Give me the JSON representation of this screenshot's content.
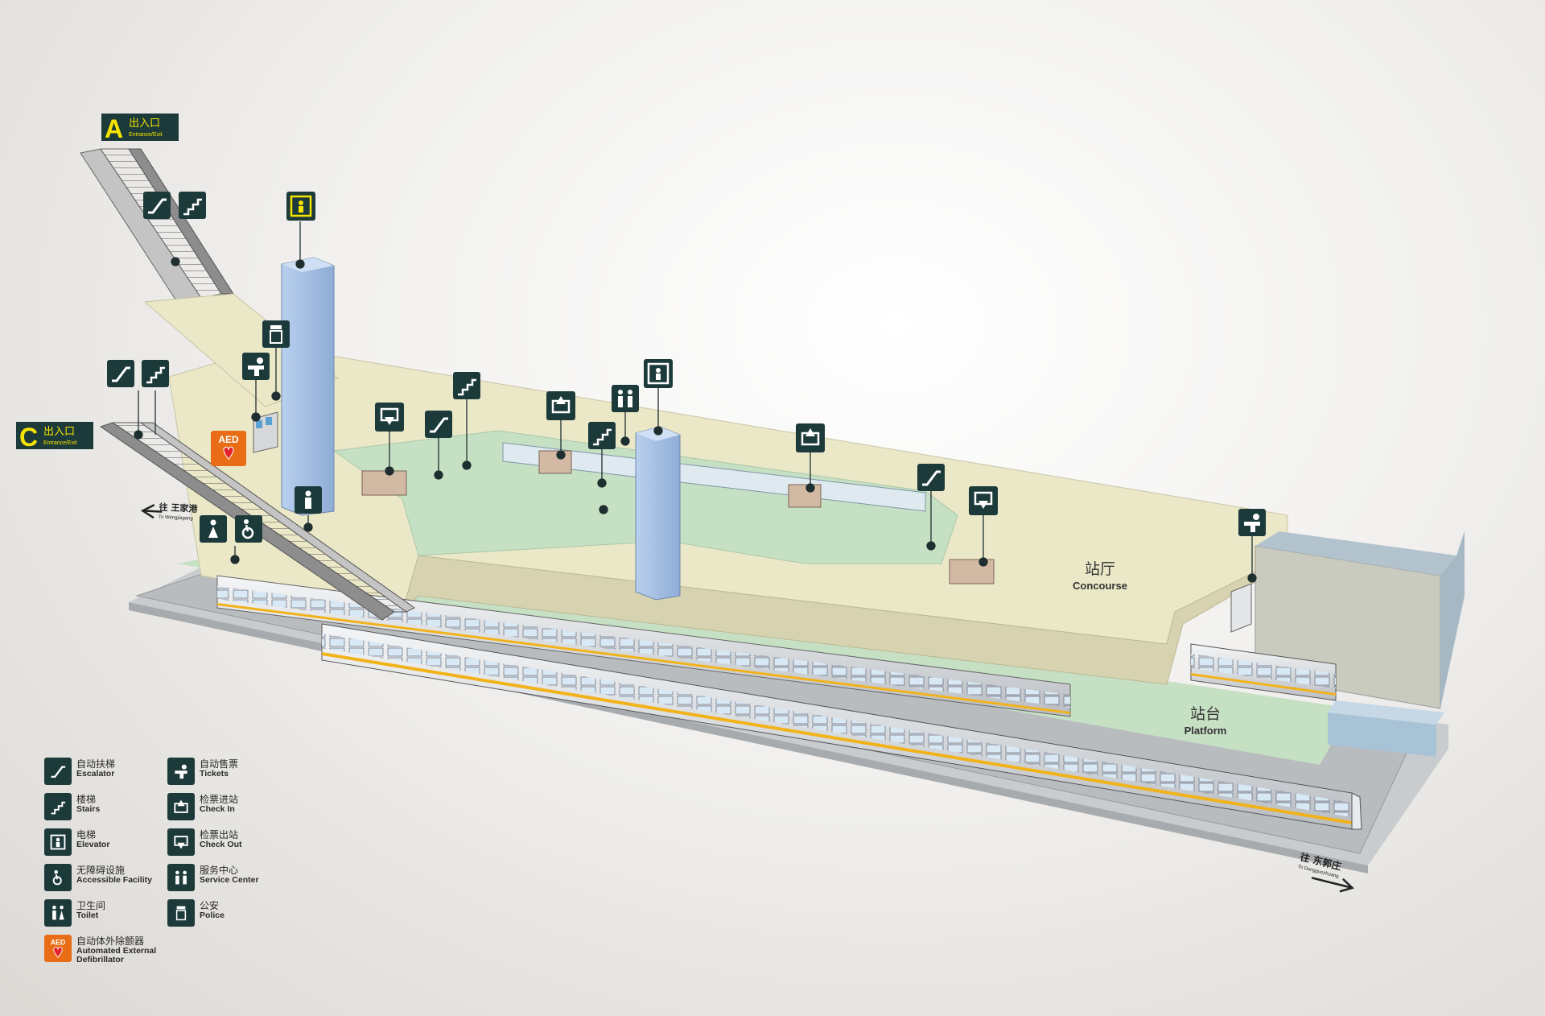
{
  "entrances": {
    "a": {
      "letter": "A",
      "cn": "出入口",
      "en": "Entrance/Exit"
    },
    "c": {
      "letter": "C",
      "cn": "出入口",
      "en": "Entrance/Exit"
    }
  },
  "directions": {
    "west": {
      "cn": "往 王家港",
      "en": "To Wangjiagang"
    },
    "east": {
      "cn": "往 东郭庄",
      "en": "To Dongguozhuang"
    }
  },
  "areas": {
    "concourse": {
      "cn": "站厅",
      "en": "Concourse"
    },
    "platform": {
      "cn": "站台",
      "en": "Platform"
    }
  },
  "aed_sign": {
    "label": "AED"
  },
  "legend": [
    {
      "icon": "escalator-icon",
      "cn": "自动扶梯",
      "en": "Escalator"
    },
    {
      "icon": "stairs-icon",
      "cn": "楼梯",
      "en": "Stairs"
    },
    {
      "icon": "elevator-icon",
      "cn": "电梯",
      "en": "Elevator"
    },
    {
      "icon": "accessible-icon",
      "cn": "无障碍设施",
      "en": "Accessible Facility"
    },
    {
      "icon": "toilet-icon",
      "cn": "卫生间",
      "en": "Toilet"
    },
    {
      "icon": "aed-icon",
      "cn": "自动体外除颤器",
      "en": "Automated External Defibrillator",
      "badge": "AED"
    },
    {
      "icon": "ticket-icon",
      "cn": "自动售票",
      "en": "Tickets"
    },
    {
      "icon": "check-in-icon",
      "cn": "检票进站",
      "en": "Check In"
    },
    {
      "icon": "check-out-icon",
      "cn": "检票出站",
      "en": "Check Out"
    },
    {
      "icon": "service-center-icon",
      "cn": "服务中心",
      "en": "Service Center"
    },
    {
      "icon": "police-icon",
      "cn": "公安",
      "en": "Police"
    }
  ],
  "colors": {
    "sign_bg": "#1d3a3a",
    "sign_yellow": "#f5e300",
    "aed_orange": "#e86d16",
    "concourse_floor": "#ebe8c8",
    "paid_area": "#c6e0c4",
    "elevator_shaft": "#a8c3e6",
    "train_stripe": "#f2b21a"
  }
}
